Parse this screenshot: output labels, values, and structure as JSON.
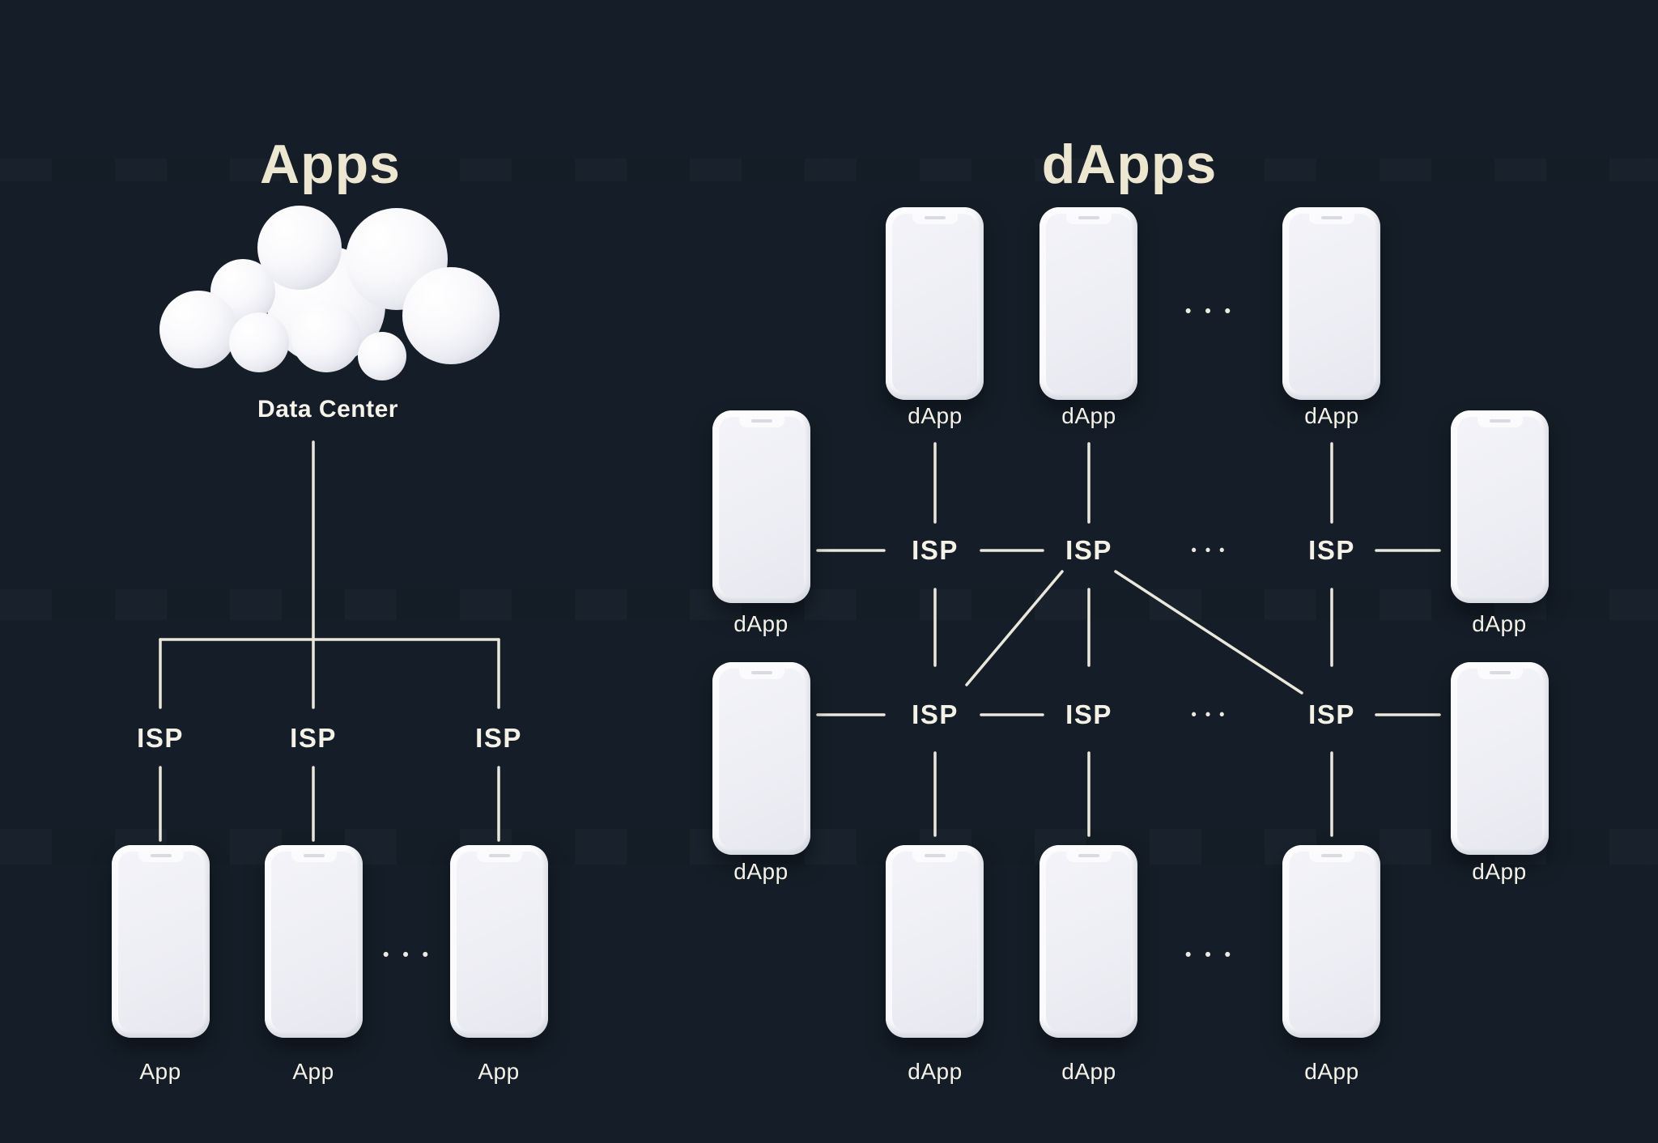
{
  "colors": {
    "background": "#151E28",
    "line": "#EAE7DB",
    "title_text": "#EDE7D2",
    "label_text": "#F4F1E7",
    "phone_frame": "#FBFBFD",
    "phone_screen": "#EFEFF4"
  },
  "left_panel": {
    "title": "Apps",
    "cloud_label": "Data Center",
    "isp_nodes": [
      {
        "label": "ISP"
      },
      {
        "label": "ISP"
      },
      {
        "label": "ISP"
      }
    ],
    "phones": [
      {
        "label": "App"
      },
      {
        "label": "App"
      },
      {
        "label": "App"
      }
    ],
    "ellipsis": "•••"
  },
  "right_panel": {
    "title": "dApps",
    "top_phones": [
      {
        "label": "dApp"
      },
      {
        "label": "dApp"
      },
      {
        "label": "dApp"
      }
    ],
    "isp_row1": [
      {
        "label": "ISP"
      },
      {
        "label": "ISP"
      },
      {
        "label": "ISP"
      }
    ],
    "isp_row2": [
      {
        "label": "ISP"
      },
      {
        "label": "ISP"
      },
      {
        "label": "ISP"
      }
    ],
    "left_phones": [
      {
        "label": "dApp"
      },
      {
        "label": "dApp"
      }
    ],
    "right_phones": [
      {
        "label": "dApp"
      },
      {
        "label": "dApp"
      }
    ],
    "bottom_phones": [
      {
        "label": "dApp"
      },
      {
        "label": "dApp"
      },
      {
        "label": "dApp"
      }
    ],
    "ellipsis": "•••"
  }
}
